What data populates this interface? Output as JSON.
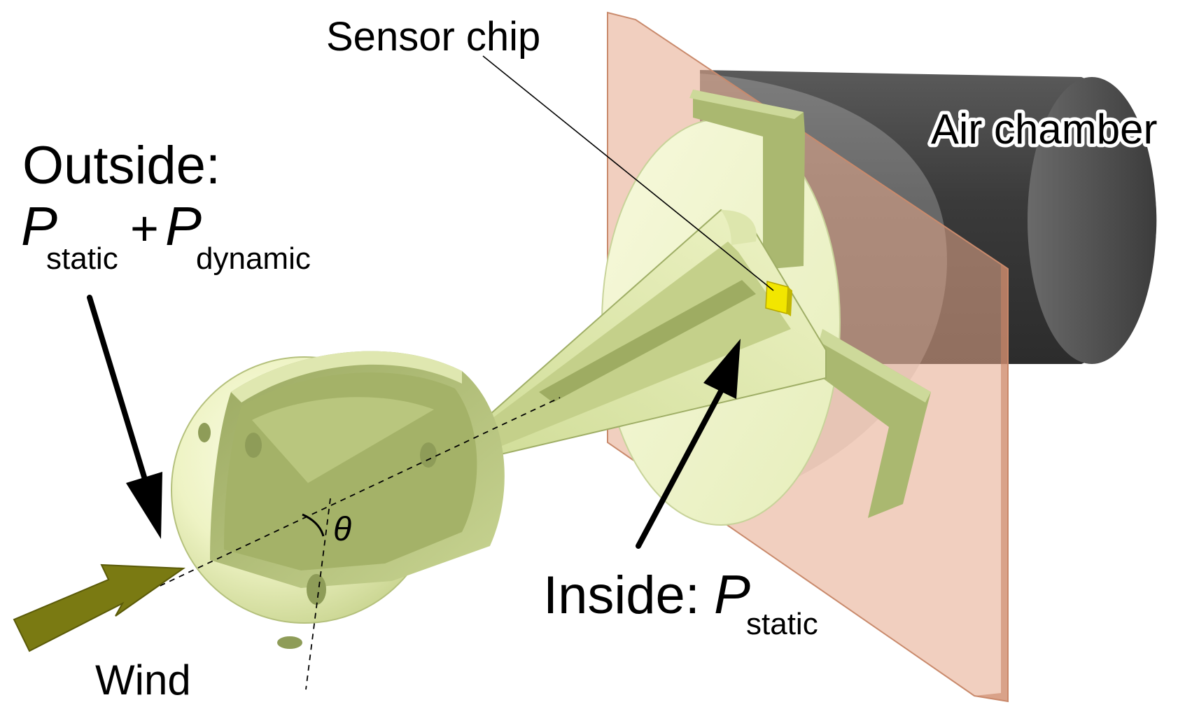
{
  "labels": {
    "sensor_chip": "Sensor chip",
    "air_chamber": "Air chamber",
    "outside": "Outside:",
    "p_symbol": "P",
    "static_sub": "static",
    "plus": "+",
    "dynamic_sub": "dynamic",
    "theta": "θ",
    "inside": "Inside:",
    "wind": "Wind"
  },
  "colors": {
    "probe_light": "#f0f5c8",
    "probe_mid": "#d8e3a2",
    "probe_dark": "#a6b56c",
    "probe_edge": "#8e9c58",
    "plate": "#e6a88a",
    "chamber": "#4a4a4a",
    "sensor_chip": "#f2e600",
    "wind_arrow": "#7a7a12"
  }
}
